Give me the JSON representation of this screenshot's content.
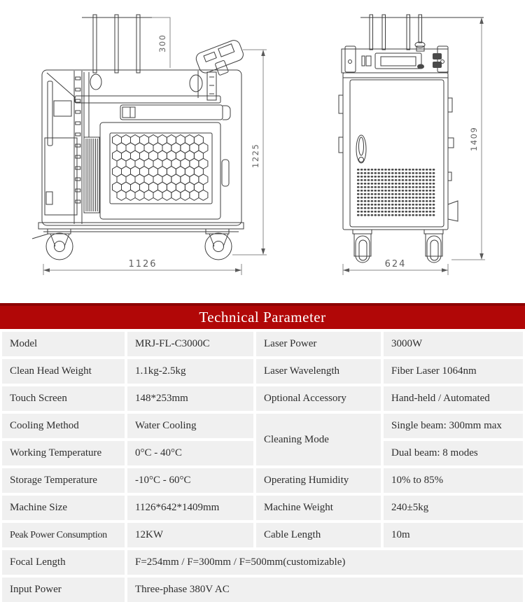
{
  "drawings": {
    "line_color": "#3d3d3d",
    "dim_color": "#8a8a8a",
    "side_view": {
      "title": "Side view technical drawing",
      "dim_rod_height": "300",
      "dim_height": "1225",
      "dim_width": "1126"
    },
    "rear_view": {
      "title": "Rear view technical drawing",
      "dim_height": "1409",
      "dim_width": "624"
    }
  },
  "table": {
    "title": "Technical Parameter",
    "header_bg": "#b10707",
    "header_accent": "#8d0404",
    "header_text_color": "#ffffff",
    "cell_bg": "#f0f0f0",
    "rows": [
      {
        "c1": "Model",
        "c2": "MRJ-FL-C3000C",
        "c3": "Laser Power",
        "c4": "3000W"
      },
      {
        "c1": "Clean Head Weight",
        "c2": "1.1kg-2.5kg",
        "c3": "Laser Wavelength",
        "c4": "Fiber Laser 1064nm"
      },
      {
        "c1": "Touch Screen",
        "c2": "148*253mm",
        "c3": "Optional Accessory",
        "c4": "Hand-held / Automated"
      },
      {
        "c1": "Cooling Method",
        "c2": "Water Cooling",
        "c3": "Cleaning Mode",
        "c4": "Single beam: 300mm max"
      },
      {
        "c1": "Working Temperature",
        "c2": "0°C - 40°C",
        "c4": "Dual beam: 8 modes"
      },
      {
        "c1": "Storage Temperature",
        "c2": "-10°C - 60°C",
        "c3": "Operating Humidity",
        "c4": "10% to 85%"
      },
      {
        "c1": "Machine Size",
        "c2": "1126*642*1409mm",
        "c3": "Machine Weight",
        "c4": "240±5kg"
      },
      {
        "c1": "Peak Power Consumption",
        "c2": "12KW",
        "c3": "Cable Length",
        "c4": "10m"
      },
      {
        "c1": "Focal Length",
        "c2": "F=254mm / F=300mm / F=500mm(customizable)"
      },
      {
        "c1": "Input Power",
        "c2": "Three-phase 380V AC"
      }
    ]
  }
}
